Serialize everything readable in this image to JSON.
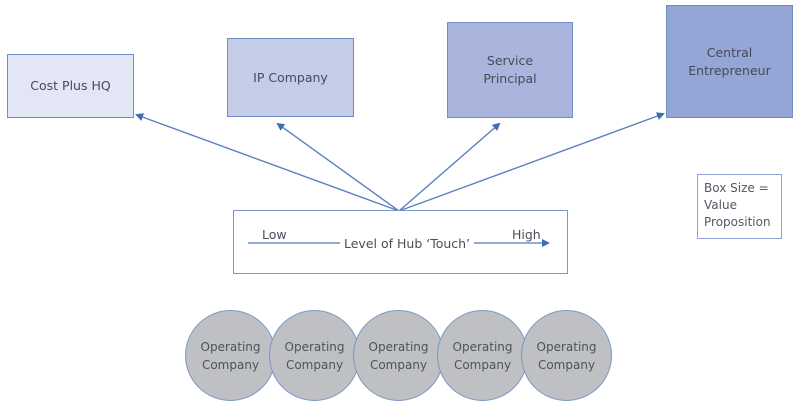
{
  "diagram": {
    "hub_entities": [
      {
        "label": "Cost Plus HQ",
        "fill": "#e3e6f4",
        "value_proposition_rank": 1
      },
      {
        "label": "IP Company",
        "fill": "#c5cce8",
        "value_proposition_rank": 2
      },
      {
        "label": "Service\nPrincipal",
        "fill": "#aab5de",
        "value_proposition_rank": 3
      },
      {
        "label": "Central\nEntrepreneur",
        "fill": "#94a5d6",
        "value_proposition_rank": 4
      }
    ],
    "legend": {
      "text": "Box Size =\nValue\nProposition"
    },
    "hub_scale": {
      "low_label": "Low",
      "high_label": "High",
      "title": "Level of Hub ‘Touch’"
    },
    "operating_companies": [
      {
        "label": "Operating\nCompany"
      },
      {
        "label": "Operating\nCompany"
      },
      {
        "label": "Operating\nCompany"
      },
      {
        "label": "Operating\nCompany"
      },
      {
        "label": "Operating\nCompany"
      }
    ],
    "colors": {
      "arrow": "#4a75b5",
      "border": "#6f8cc4",
      "circle_fill": "#bfc0c4"
    }
  }
}
